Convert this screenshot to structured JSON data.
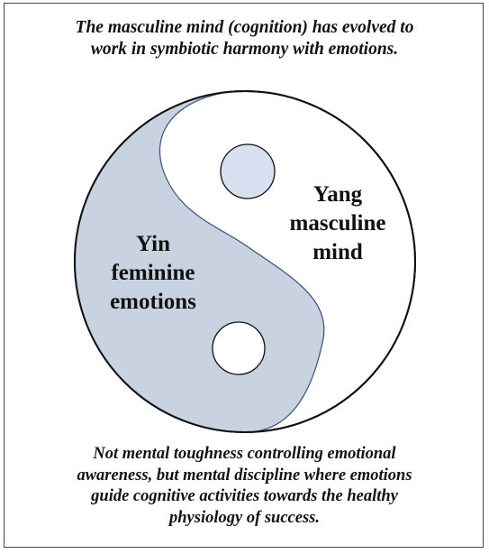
{
  "caption_top": {
    "line1": "The masculine mind (cognition) has evolved to",
    "line2": "work in symbiotic harmony with emotions."
  },
  "yin": {
    "line1": "Yin",
    "line2": "feminine",
    "line3": "emotions"
  },
  "yang": {
    "line1": "Yang",
    "line2": "masculine",
    "line3": "mind"
  },
  "caption_bottom": {
    "line1": "Not mental toughness controlling emotional",
    "line2": "awareness, but mental discipline where emotions",
    "line3": "guide cognitive activities towards the healthy",
    "line4": "physiology of success."
  },
  "colors": {
    "yin_fill": "#c9d2e0",
    "yang_fill": "#ffffff",
    "yang_dot_fill": "#d7e0f0",
    "yin_dot_fill": "#ffffff",
    "outline": "#111111",
    "s_curve_stroke": "#3a4f7a"
  }
}
